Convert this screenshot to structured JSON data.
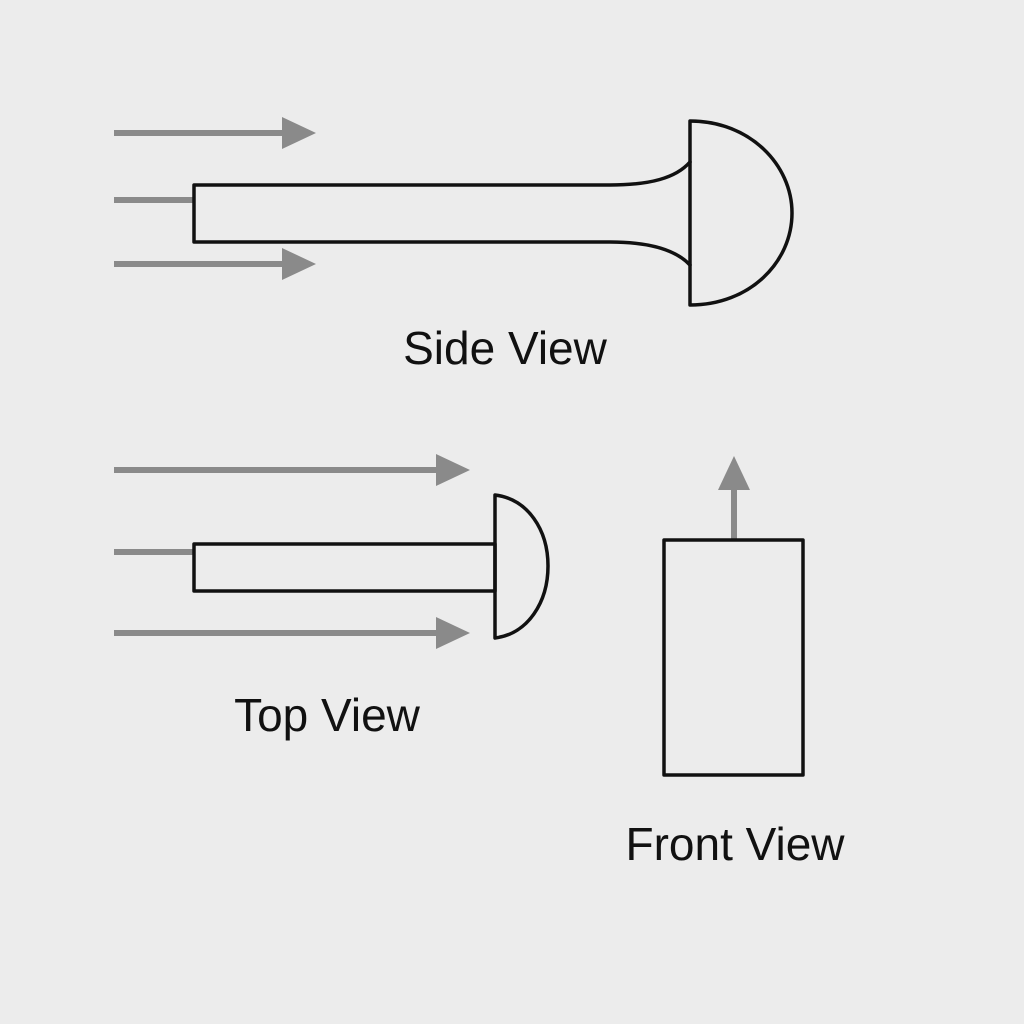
{
  "colors": {
    "background": "#ececec",
    "outline": "#111111",
    "arrow": "#8a8a8a"
  },
  "views": {
    "side": {
      "label": "Side View"
    },
    "top": {
      "label": "Top View"
    },
    "front": {
      "label": "Front View"
    }
  }
}
